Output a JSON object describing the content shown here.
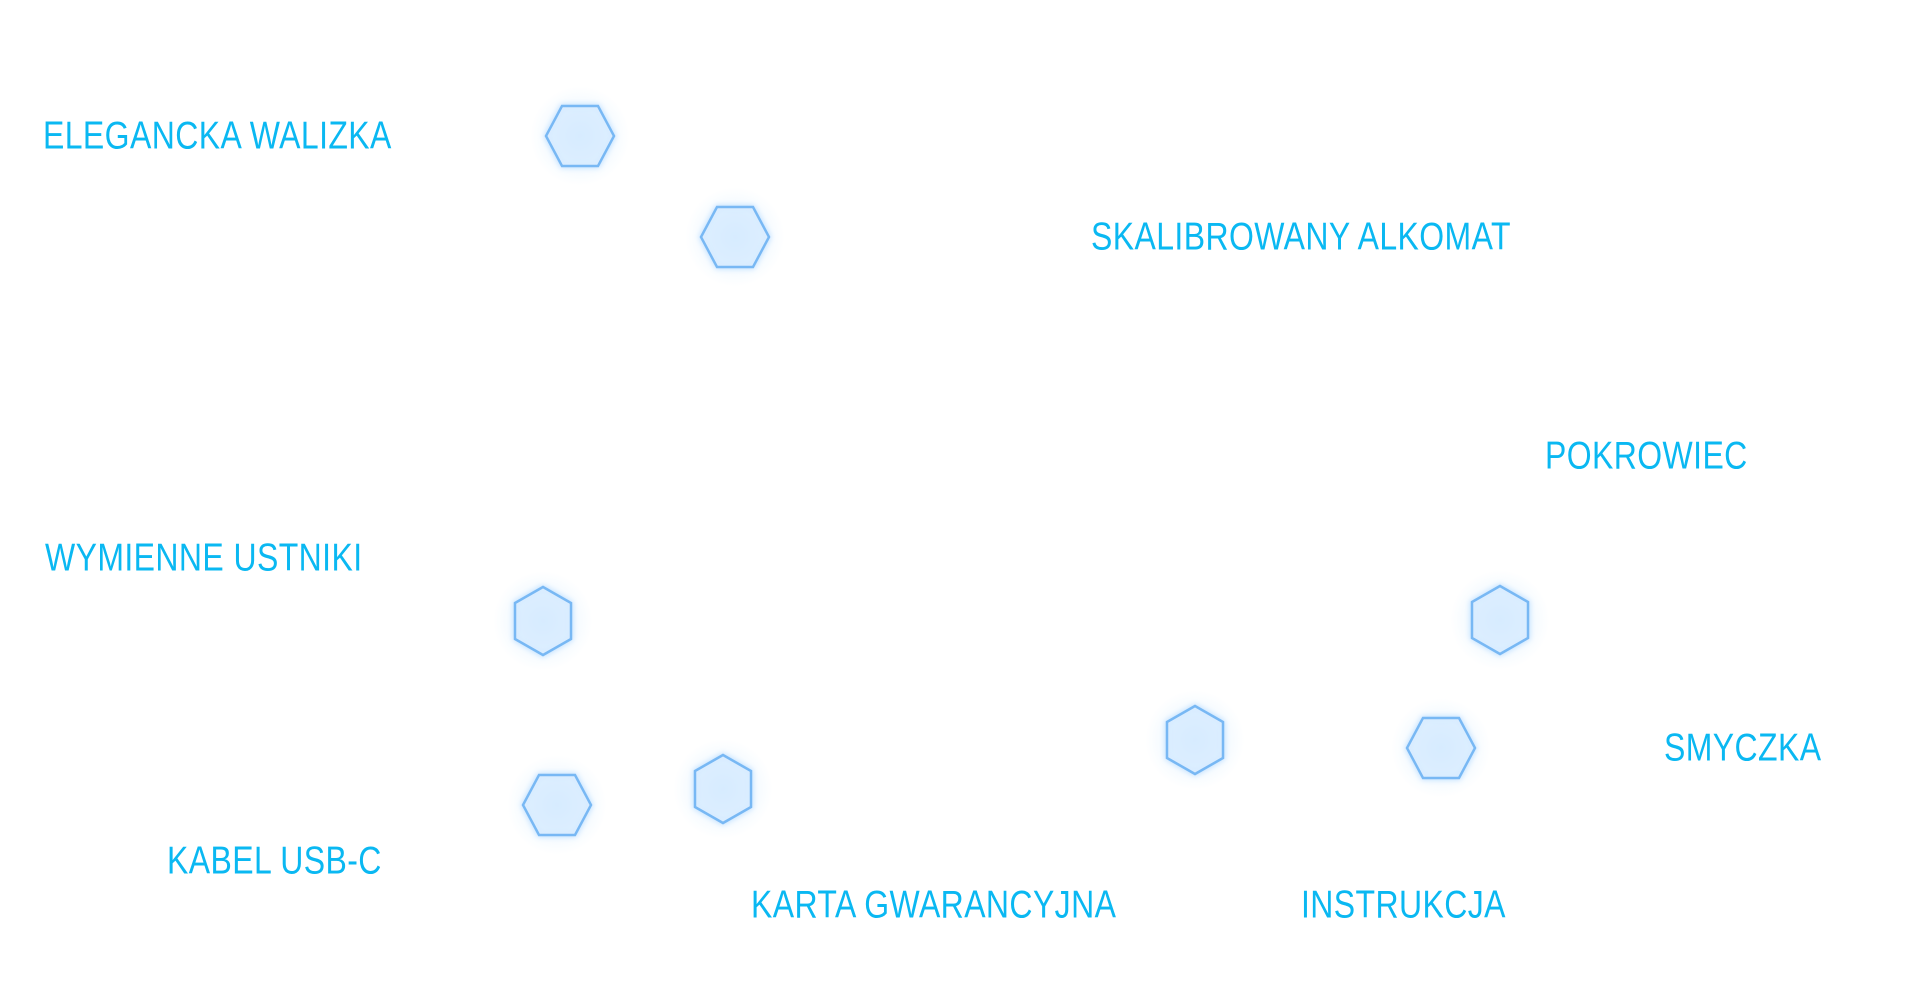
{
  "labels": {
    "walizka": "ELEGANCKA WALIZKA",
    "alkomat": "SKALIBROWANY ALKOMAT",
    "pokrowiec": "POKROWIEC",
    "ustniki": "WYMIENNE USTNIKI",
    "smyczka": "SMYCZKA",
    "kabel": "KABEL USB-C",
    "karta": "KARTA GWARANCYJNA",
    "instrukcja": "INSTRUKCJA"
  },
  "colors": {
    "label": "#0ab8f2",
    "hotspot": "#78b8f4"
  },
  "icons": {
    "hotspot": "hexagon-icon"
  }
}
